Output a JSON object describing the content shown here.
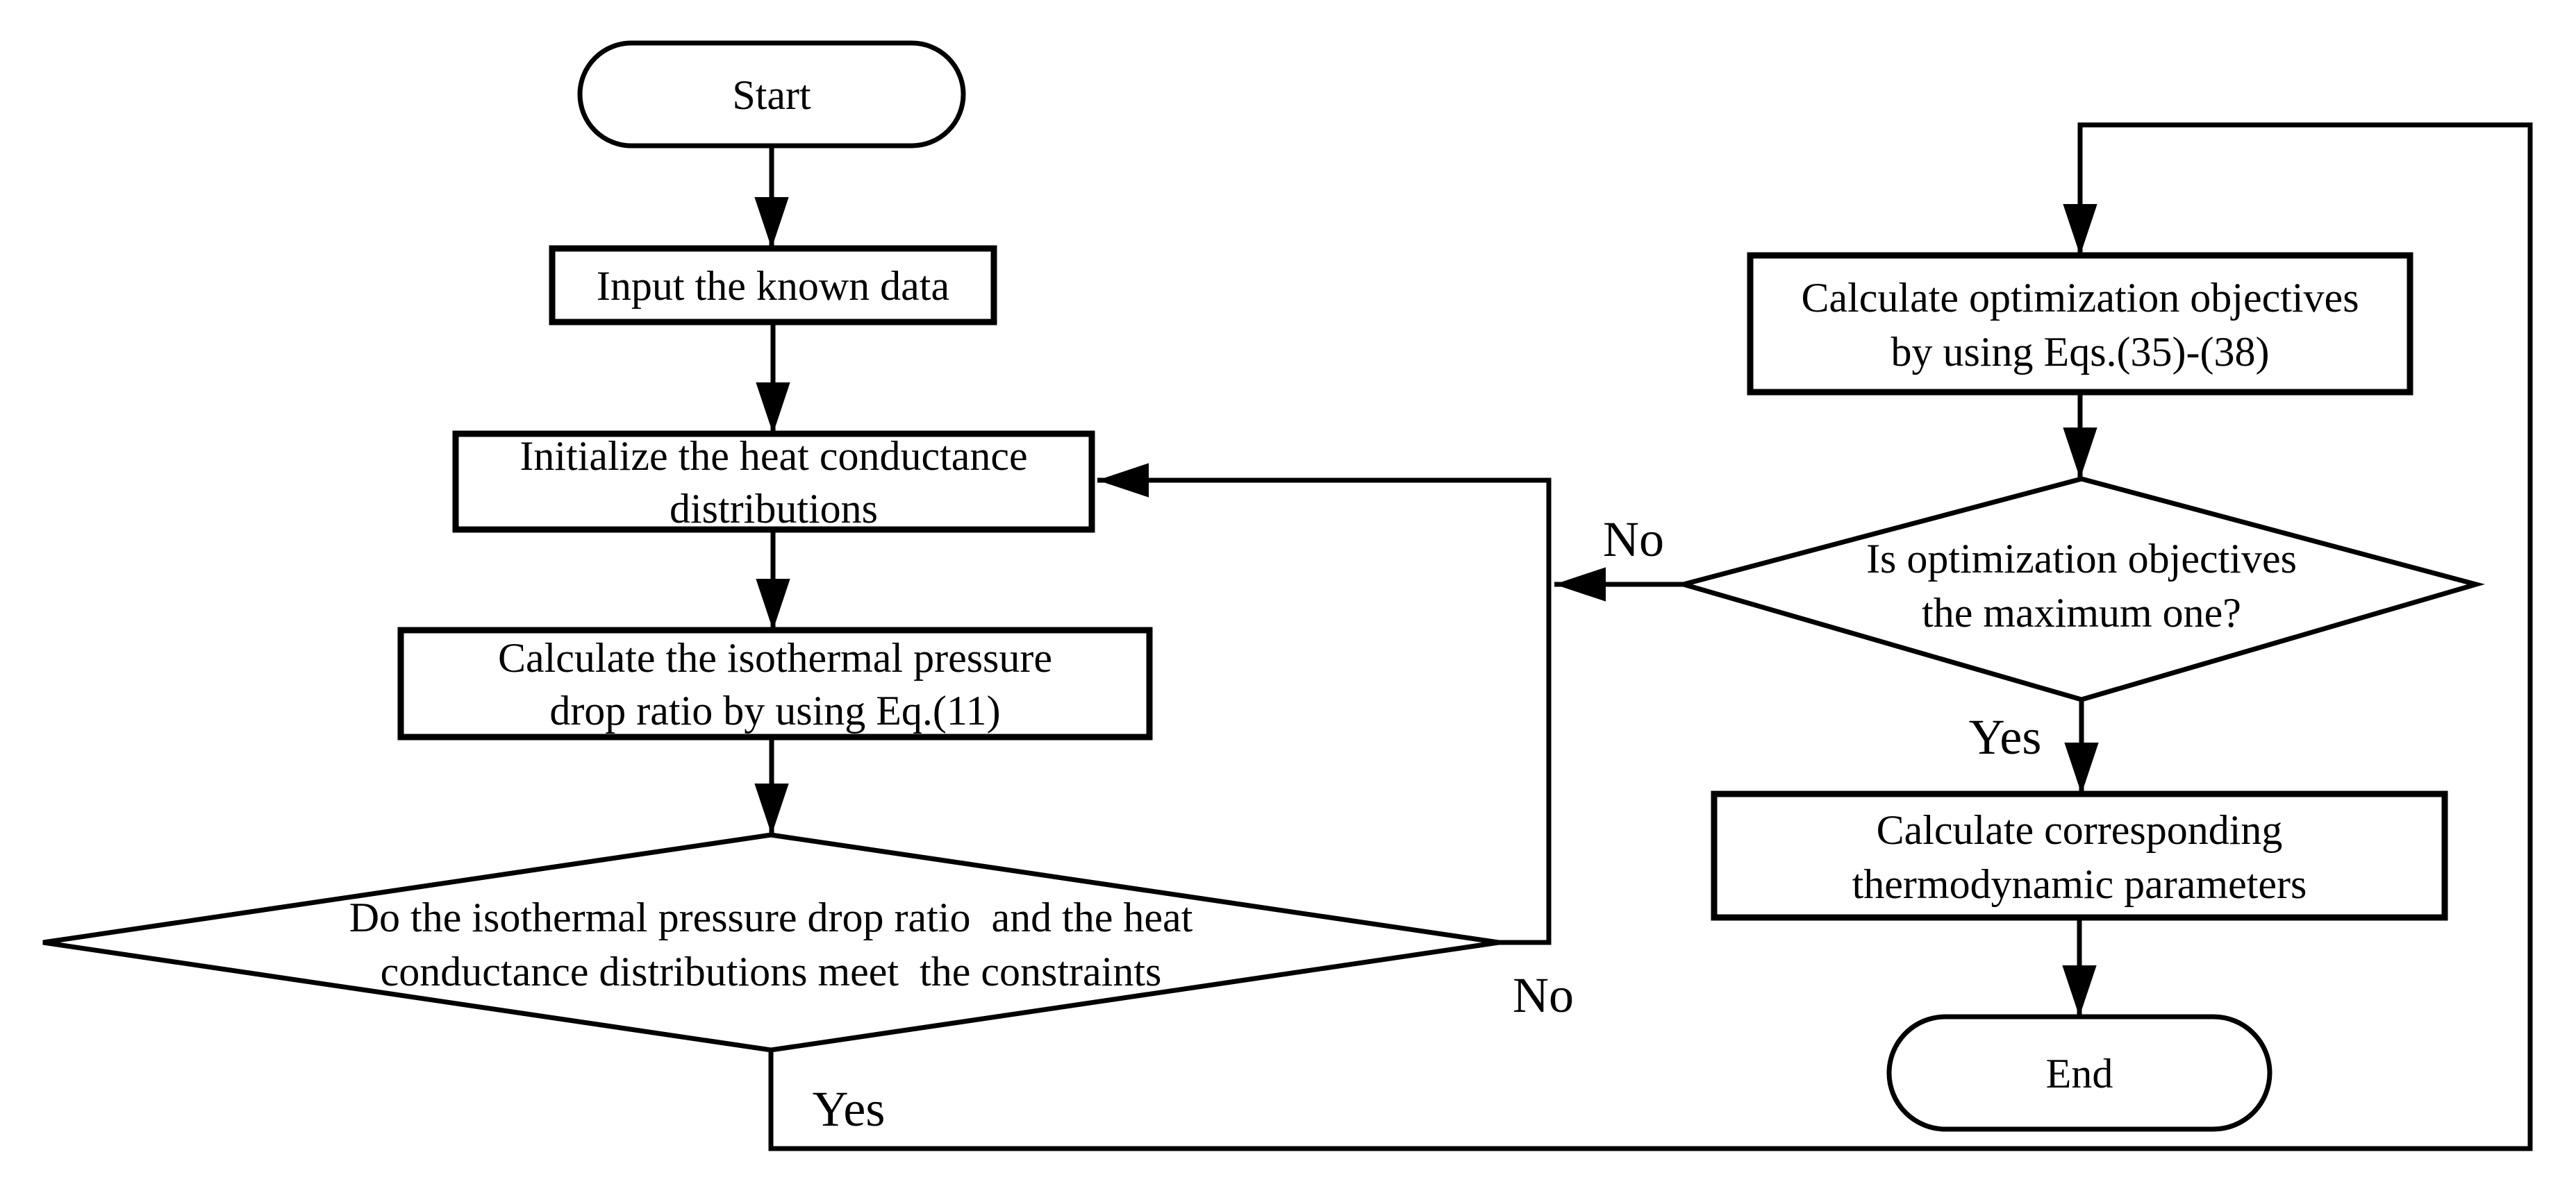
{
  "title": "Optimization procedure flowchart",
  "colors": {
    "background": "#ffffff",
    "stroke": "#000000",
    "text": "#000000"
  },
  "nodes": {
    "start": {
      "type": "terminator",
      "label": "Start"
    },
    "input_data": {
      "type": "process",
      "label": "Input the known data"
    },
    "initialize": {
      "type": "process",
      "line1": "Initialize the heat conductance",
      "line2": "distributions"
    },
    "calc_pressure": {
      "type": "process",
      "line1": "Calculate the isothermal pressure",
      "line2": "drop ratio by using Eq.(11)"
    },
    "constraints_decision": {
      "type": "decision",
      "line1": "Do the isothermal pressure drop ratio  and the heat",
      "line2": "conductance distributions meet  the constraints"
    },
    "calc_objectives": {
      "type": "process",
      "line1": "Calculate optimization objectives",
      "line2": "by using Eqs.(35)-(38)"
    },
    "maximum_decision": {
      "type": "decision",
      "line1": "Is optimization objectives",
      "line2": "the maximum one?"
    },
    "calc_thermo": {
      "type": "process",
      "line1": "Calculate corresponding",
      "line2": "thermodynamic parameters"
    },
    "end": {
      "type": "terminator",
      "label": "End"
    }
  },
  "edge_labels": {
    "constraints_no": "No",
    "constraints_yes": "Yes",
    "maximum_no": "No",
    "maximum_yes": "Yes"
  }
}
